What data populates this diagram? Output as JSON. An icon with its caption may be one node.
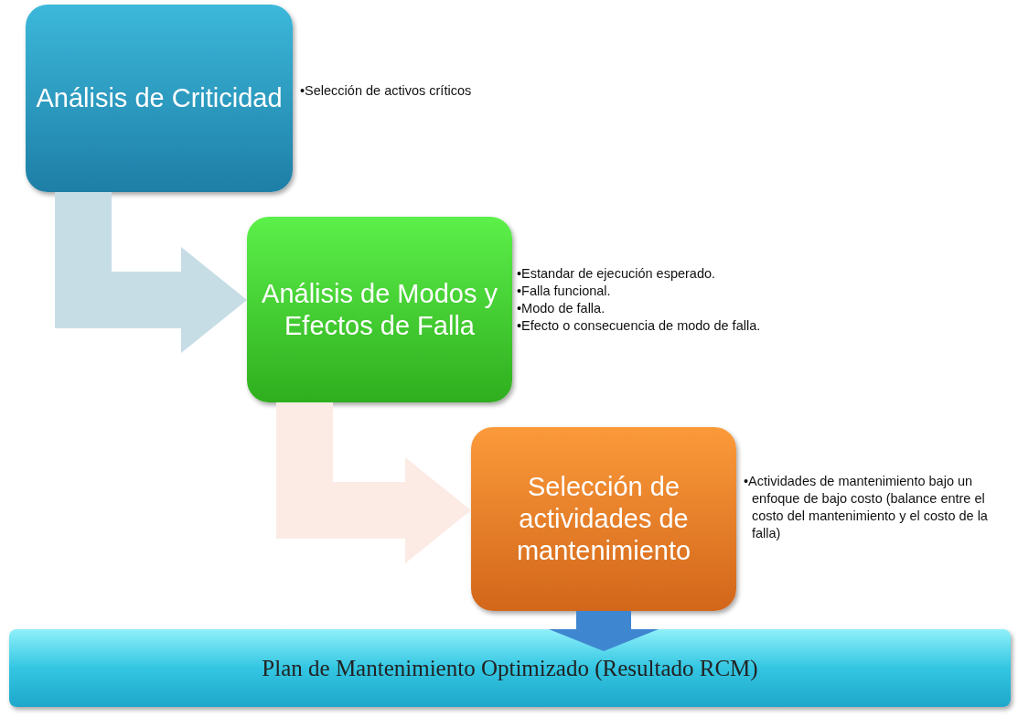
{
  "diagram": {
    "nodes": [
      {
        "text": [
          "Análisis de Criticidad"
        ],
        "beside": [
          "•Selección de activos críticos"
        ]
      },
      {
        "text": [
          "Análisis de Modos y Efectos de Falla"
        ],
        "beside": [
          "•Estandar de ejecución esperado.",
          "•Falla funcional.",
          "•Modo de falla.",
          "•Efecto o consecuencia de modo de falla."
        ]
      },
      {
        "text": [
          "Selección de actividades de mantenimiento"
        ],
        "beside": [
          "•Actividades de mantenimiento bajo un enfoque de bajo costo (balance entre el costo del mantenimiento y el costo de la falla)"
        ]
      },
      {
        "text": [
          "Plan de Mantenimiento Optimizado (Resultado RCM)"
        ]
      }
    ],
    "edges": [
      {
        "from": 0,
        "to": 1,
        "arrow": "to",
        "color": "#c6dde6"
      },
      {
        "from": 1,
        "to": 2,
        "arrow": "to",
        "color": "#fcebe4"
      },
      {
        "from": 2,
        "to": 3,
        "arrow": "to",
        "color": "#3f86d0"
      }
    ]
  }
}
